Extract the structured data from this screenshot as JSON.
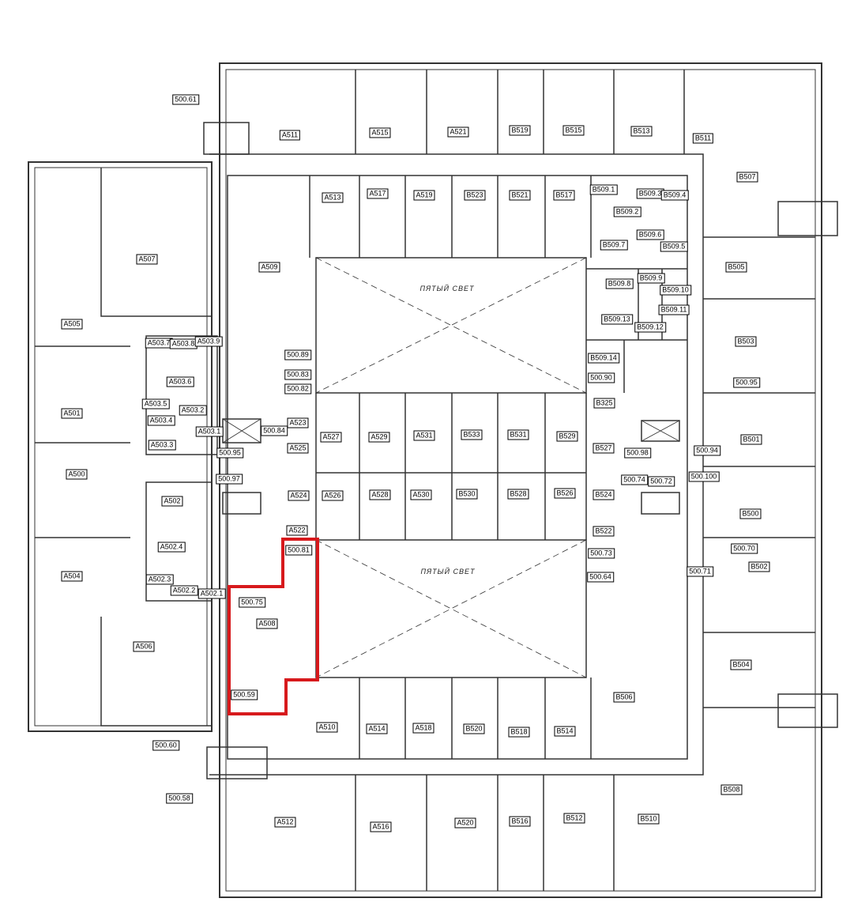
{
  "plan": {
    "atrium_label_top": "ПЯТЫЙ СВЕТ",
    "atrium_label_bottom": "ПЯТЫЙ СВЕТ",
    "highlight_color": "#d7191c"
  },
  "rooms": [
    "500.61",
    "A511",
    "A515",
    "A521",
    "B519",
    "B515",
    "B513",
    "B511",
    "B507",
    "A513",
    "A517",
    "A519",
    "B523",
    "B521",
    "B517",
    "B509.1",
    "B509.3",
    "B509.4",
    "B509.2",
    "B509.6",
    "B509.7",
    "B509.5",
    "A507",
    "A509",
    "A505",
    "B505",
    "B509.8",
    "B509.9",
    "B509.10",
    "B509.13",
    "B509.12",
    "B509.11",
    "B503",
    "B509.14",
    "500.90",
    "500.95",
    "B325",
    "A503.7",
    "A503.8",
    "A503.9",
    "500.89",
    "A503.6",
    "500.83",
    "500.82",
    "A503.5",
    "A503.2",
    "A503.4",
    "A503.1",
    "500.84",
    "A523",
    "A527",
    "A529",
    "A531",
    "B533",
    "B531",
    "B529",
    "A525",
    "B527",
    "500.98",
    "500.94",
    "B501",
    "A501",
    "A503.3",
    "500.95",
    "500.97",
    "A500",
    "A502",
    "A524",
    "A526",
    "A528",
    "A530",
    "B530",
    "B528",
    "B526",
    "B524",
    "500.74",
    "500.72",
    "500.100",
    "B500",
    "A522",
    "B522",
    "500.81",
    "A502.4",
    "500.73",
    "500.70",
    "B502",
    "A504",
    "A502.3",
    "A502.2",
    "A502.1",
    "500.64",
    "500.71",
    "500.75",
    "A508",
    "A506",
    "B504",
    "B506",
    "500.59",
    "A510",
    "A514",
    "A518",
    "B520",
    "B518",
    "B514",
    "500.60",
    "B508",
    "500.58",
    "A512",
    "A516",
    "A520",
    "B516",
    "B512",
    "B510"
  ]
}
